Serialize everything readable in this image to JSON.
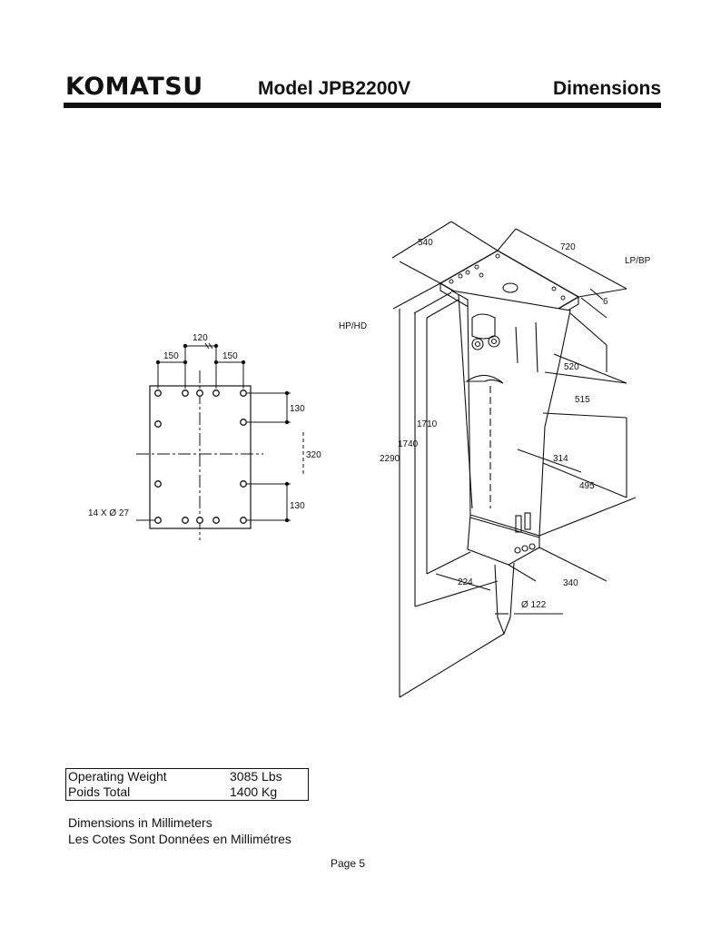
{
  "header": {
    "brand": "KOMATSU",
    "model": "Model JPB2200V",
    "section": "Dimensions"
  },
  "bolt_pattern": {
    "spacing_top_left": "150",
    "spacing_top_center": "120",
    "spacing_top_right": "150",
    "spacing_right_top": "130",
    "spacing_right_middle": "320",
    "spacing_right_bottom": "130",
    "hole_callout": "14 X Ø 27"
  },
  "breaker": {
    "top_plate_depth": "540",
    "top_plate_width": "720",
    "lp_bp_label": "LP/BP",
    "plate_thickness": "6",
    "hp_hd_label": "HP/HD",
    "height_1710": "1710",
    "height_1740": "1740",
    "height_2290": "2290",
    "depth_520": "520",
    "depth_515": "515",
    "depth_314": "314",
    "depth_495": "495",
    "nose_224": "224",
    "nose_340": "340",
    "tool_diameter": "Ø 122"
  },
  "weights": [
    {
      "label": "Operating Weight",
      "value": "3085 Lbs"
    },
    {
      "label": "Poids Total",
      "value": "1400 Kg"
    }
  ],
  "notes": {
    "line1": "Dimensions in Millimeters",
    "line2": "Les Cotes Sont Données en Millimétres"
  },
  "page_number": "Page 5"
}
